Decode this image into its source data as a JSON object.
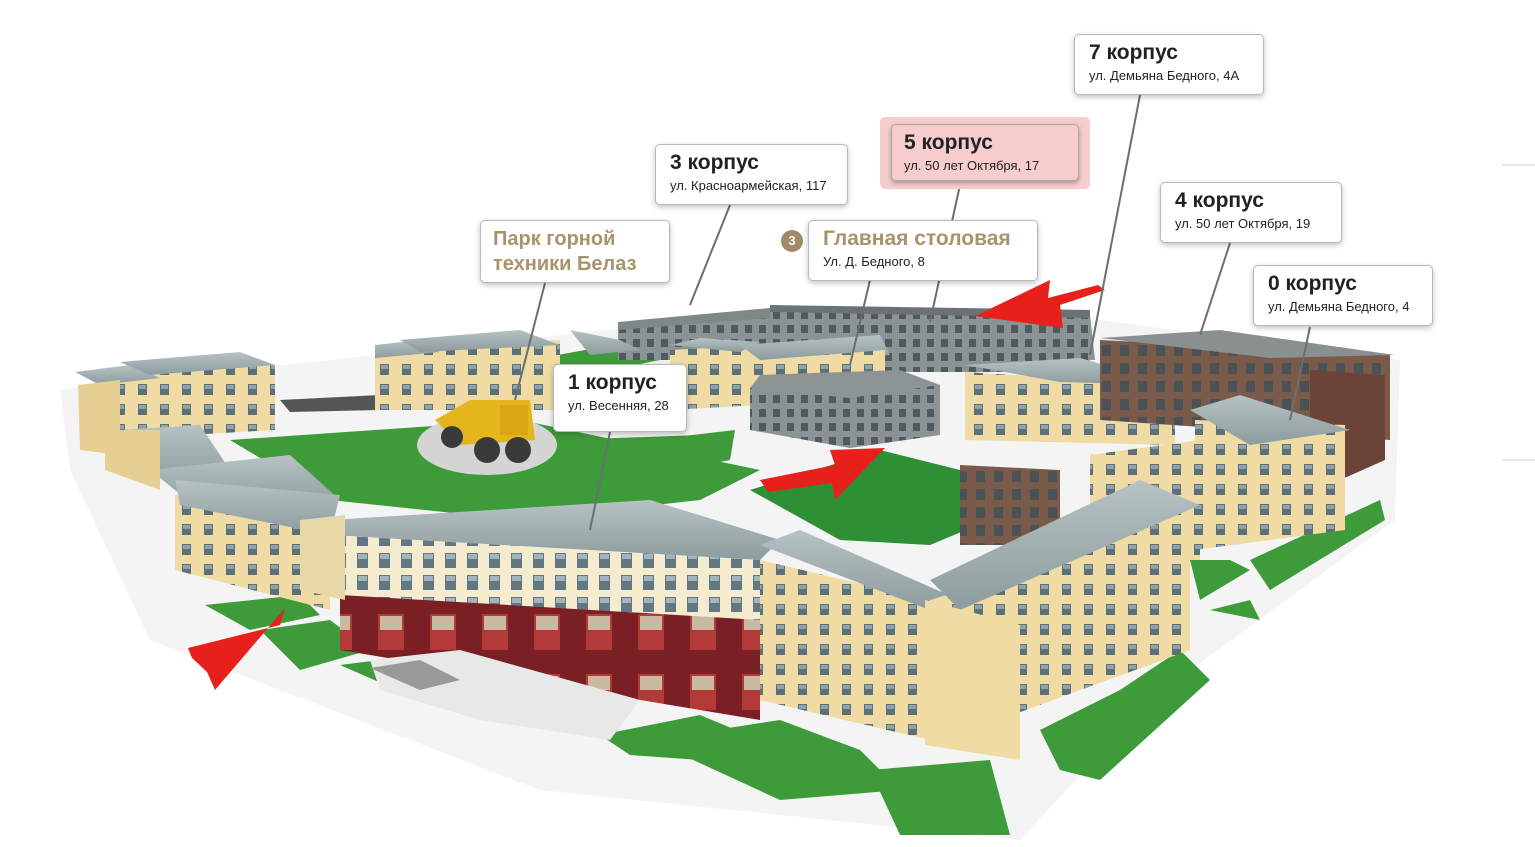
{
  "map": {
    "colors": {
      "grass": "#3e9b3a",
      "facade": "#efdba3",
      "roof": "#a0aeb0",
      "arrow": "#e8201c",
      "brick": "#8a2a2a",
      "accent": "#a8936b",
      "highlight": "#f6cccc"
    },
    "callouts": [
      {
        "title": "7 корпус",
        "address": "ул. Демьяна Бедного, 4А"
      },
      {
        "title": "5 корпус",
        "address": "ул. 50 лет Октября, 17"
      },
      {
        "title": "3 корпус",
        "address": "ул. Красноармейская, 117"
      },
      {
        "title": "4 корпус",
        "address": "ул. 50 лет Октября, 19"
      },
      {
        "title": "Главная столовая",
        "address": "Ул. Д. Бедного, 8",
        "badge": "3"
      },
      {
        "title": "Парк горной техники Белаз",
        "title_line1": "Парк горной",
        "title_line2": "техники Белаз"
      },
      {
        "title": "0 корпус",
        "address": "ул. Демьяна Бедного, 4"
      },
      {
        "title": "1 корпус",
        "address": "ул. Весенняя, 28"
      }
    ],
    "icons": [
      "entrance-arrow-icon",
      "entrance-arrow-icon",
      "entrance-arrow-icon",
      "belaz-truck-icon"
    ]
  }
}
